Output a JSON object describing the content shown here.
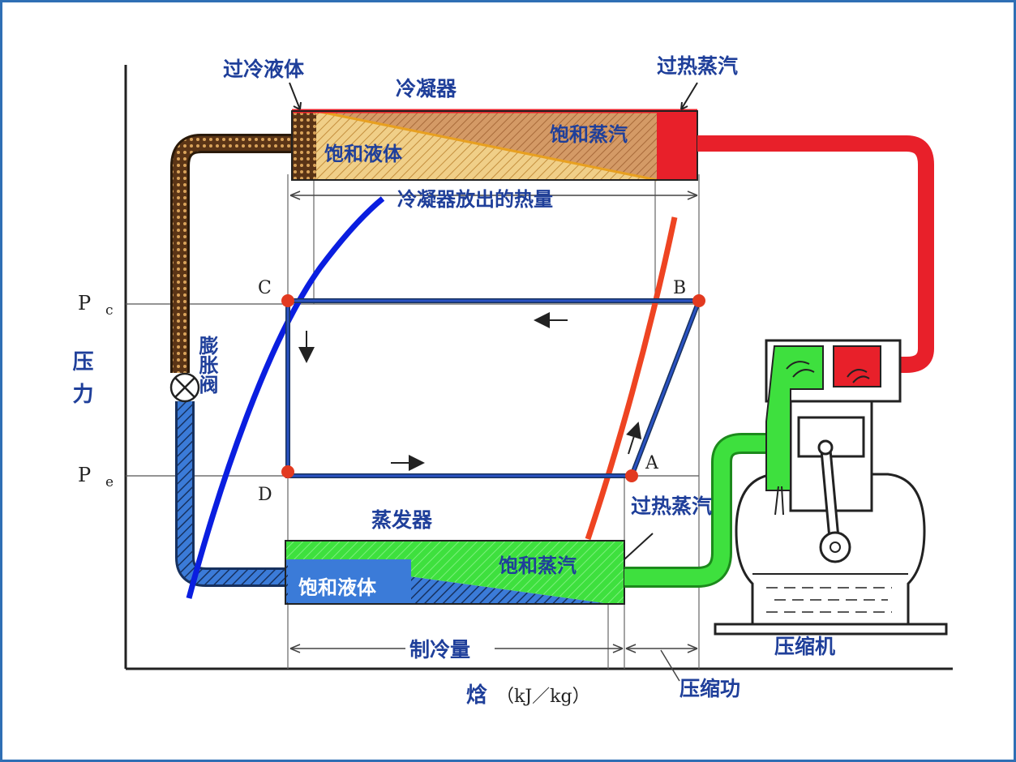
{
  "labels": {
    "subcooled_liquid": "过冷液体",
    "condenser": "冷凝器",
    "superheated_vapor_top": "过热蒸汽",
    "sat_vapor_condenser": "饱和蒸汽",
    "sat_liquid_condenser": "饱和液体",
    "condenser_heat": "冷凝器放出的热量",
    "expansion_valve": "膨胀阀",
    "pressure_axis": "压力",
    "evaporator": "蒸发器",
    "superheated_vapor_bottom": "过热蒸汽",
    "sat_vapor_evaporator": "饱和蒸汽",
    "sat_liquid_evaporator": "饱和液体",
    "refrigerating_effect": "制冷量",
    "compressor": "压缩机",
    "compression_work": "压缩功",
    "enthalpy_axis": "焓",
    "enthalpy_unit": "（kJ／kg）"
  },
  "axis_ticks": {
    "pc_main": "P",
    "pc_sub": "c",
    "pe_main": "P",
    "pe_sub": "e"
  },
  "points": {
    "A": "A",
    "B": "B",
    "C": "C",
    "D": "D"
  },
  "colors": {
    "frame": "#2f6fb4",
    "cycle": "#1f3fa0",
    "saturation_dome": "#0a1ee0",
    "isentrope": "#ee4422",
    "superheat_red": "#e8202a",
    "vapor_green": "#3ee03e",
    "liquid_blue": "#3b7bd8",
    "subcooled_brown": "#5a3416",
    "sat_liquid_tan": "#e9c078",
    "point_red": "#e23a20"
  }
}
